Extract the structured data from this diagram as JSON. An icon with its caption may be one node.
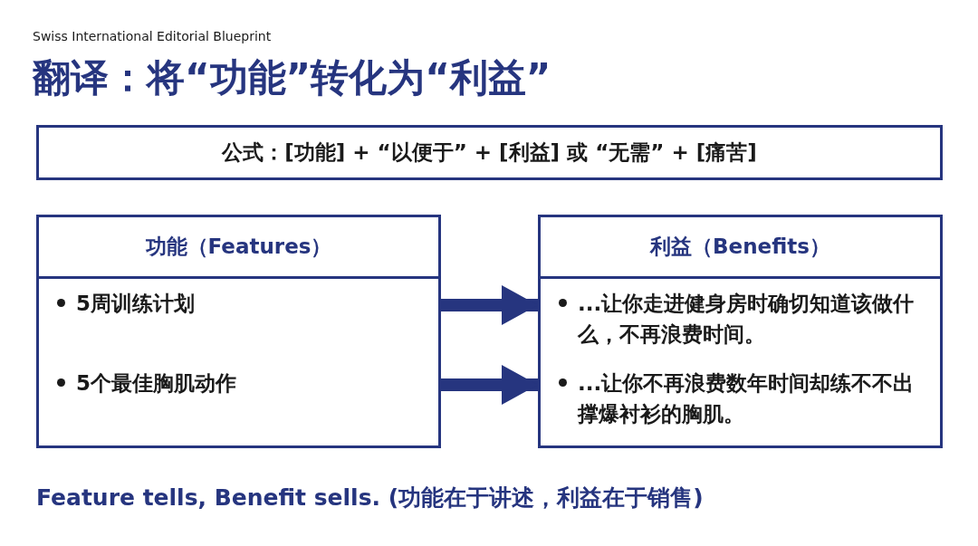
{
  "diagram": {
    "title": "翻译：将“功能”转化为“利益”",
    "caption": "Feature tells, Benefit sells. (功能在于讲述，利益在于销售)",
    "nodes": [
      {
        "text": [
          "公式：[功能] + “以便于” + [利益] 或 “无需” + [痛苦]"
        ]
      },
      {
        "text": [
          "功能（Features）",
          "5周训练计划",
          "5个最佳胸肌动作"
        ]
      },
      {
        "text": [
          "利益（Benefits）",
          "...让你走进健身房时确切知道该做什么，不再浪费时间。",
          "...让你不再浪费数年时间却练不不出撑爆衬衫的胸肌。"
        ]
      }
    ],
    "edges": [
      {
        "from": 1,
        "to": 2,
        "arrow": "to"
      },
      {
        "from": 1,
        "to": 2,
        "arrow": "to"
      }
    ],
    "labels": [
      "Swiss International Editorial Blueprint"
    ]
  }
}
